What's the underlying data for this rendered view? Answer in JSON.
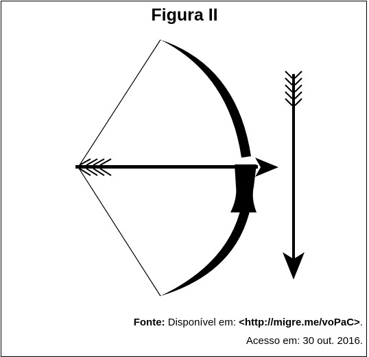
{
  "figure": {
    "title": "Figura II",
    "source_label": "Fonte:",
    "source_text": "Disponível em: ",
    "source_link": "<http://migre.me/voPaC>",
    "source_end": ".",
    "access_text": "Acesso em: 30 out. 2016."
  },
  "illustration": {
    "bow": "bow-with-nocked-arrow",
    "arrow": "vertical-arrow-pointing-down",
    "ink_color": "#000000"
  }
}
